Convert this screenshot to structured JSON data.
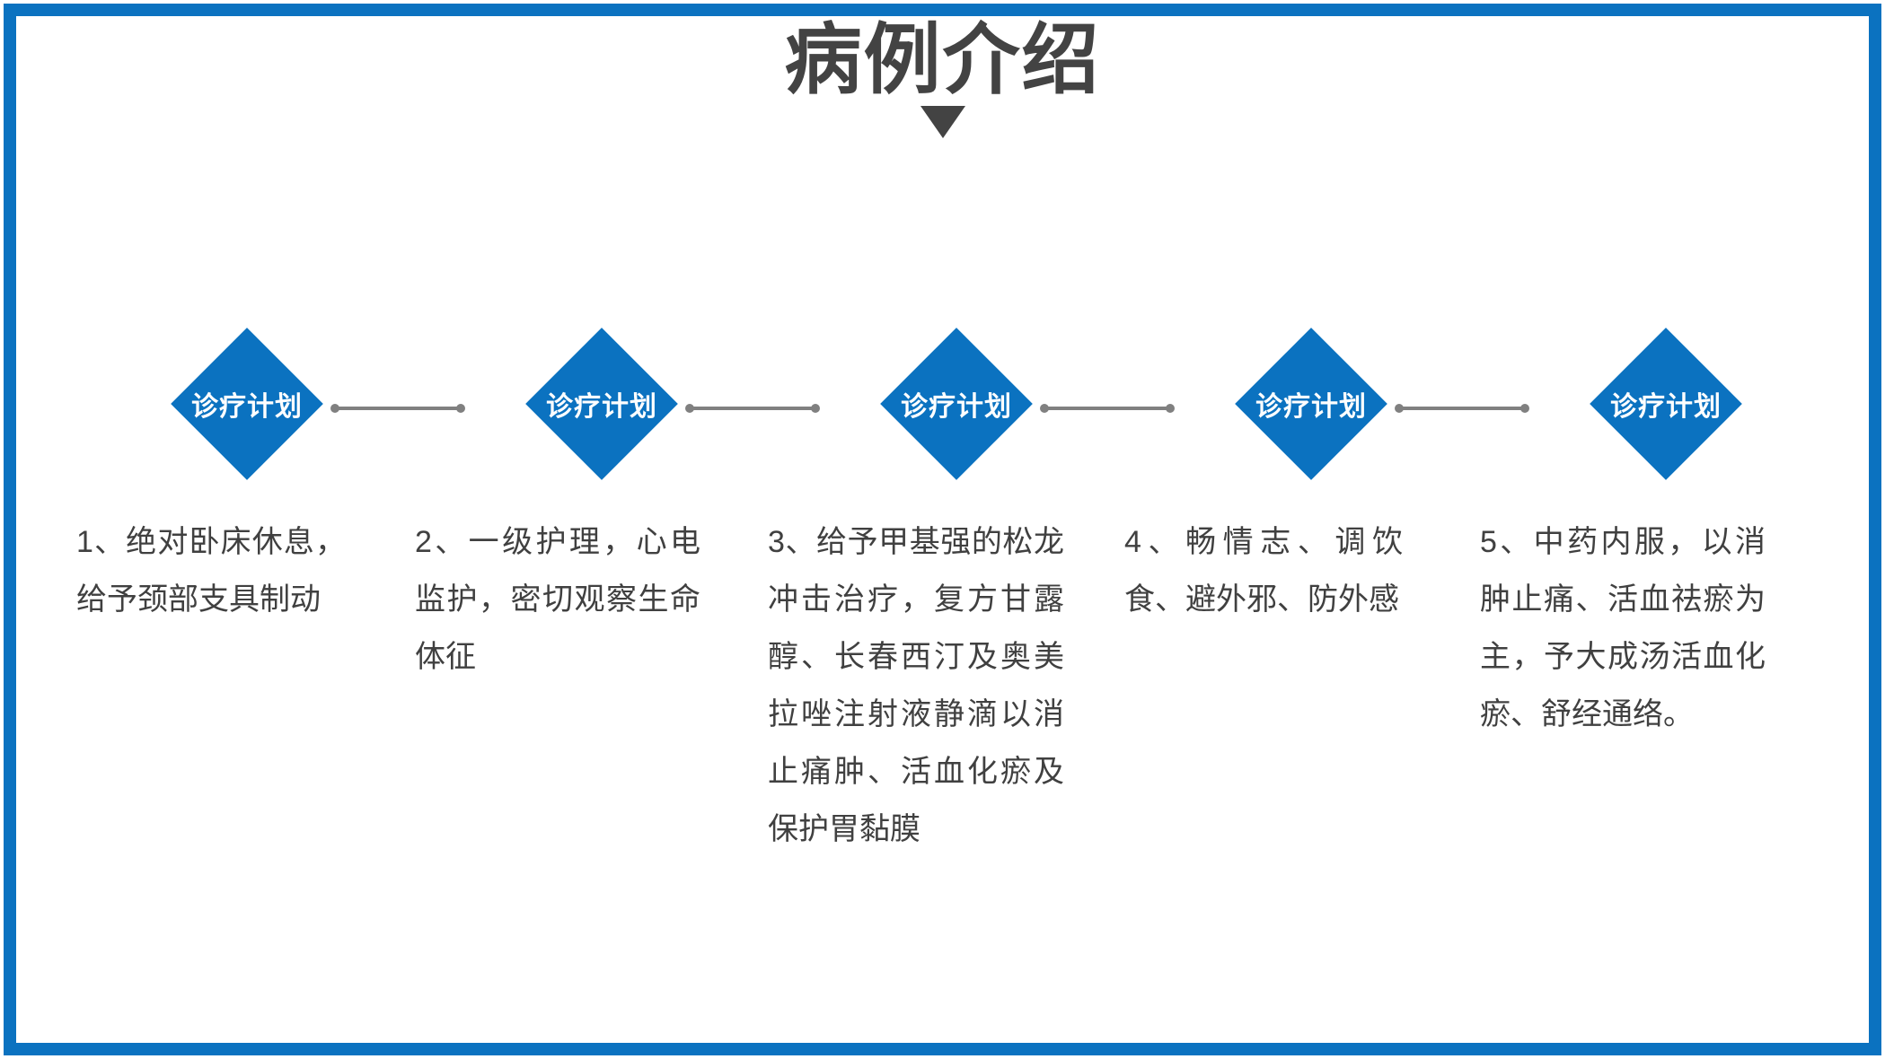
{
  "slide": {
    "title": "病例介绍",
    "title_marker_icon": "triangle-down-icon",
    "frame_color": "#0B72C0",
    "title_color": "#434343",
    "body_text_color": "#404040",
    "connector_color": "#808080"
  },
  "nodes": [
    {
      "label": "诊疗计划"
    },
    {
      "label": "诊疗计划"
    },
    {
      "label": "诊疗计划"
    },
    {
      "label": "诊疗计划"
    },
    {
      "label": "诊疗计划"
    }
  ],
  "columns": [
    {
      "text": "1、绝对卧床休息，给予颈部支具制动"
    },
    {
      "text": "2、一级护理，心电监护，密切观察生命体征"
    },
    {
      "text": "3、给予甲基强的松龙冲击治疗，复方甘露醇、长春西汀及奥美拉唑注射液静滴以消止痛肿、活血化瘀及保护胃黏膜"
    },
    {
      "text": "4、畅情志、调饮食、避外邪、防外感"
    },
    {
      "text": "5、中药内服，以消肿止痛、活血祛瘀为主，予大成汤活血化瘀、舒经通络。"
    }
  ]
}
